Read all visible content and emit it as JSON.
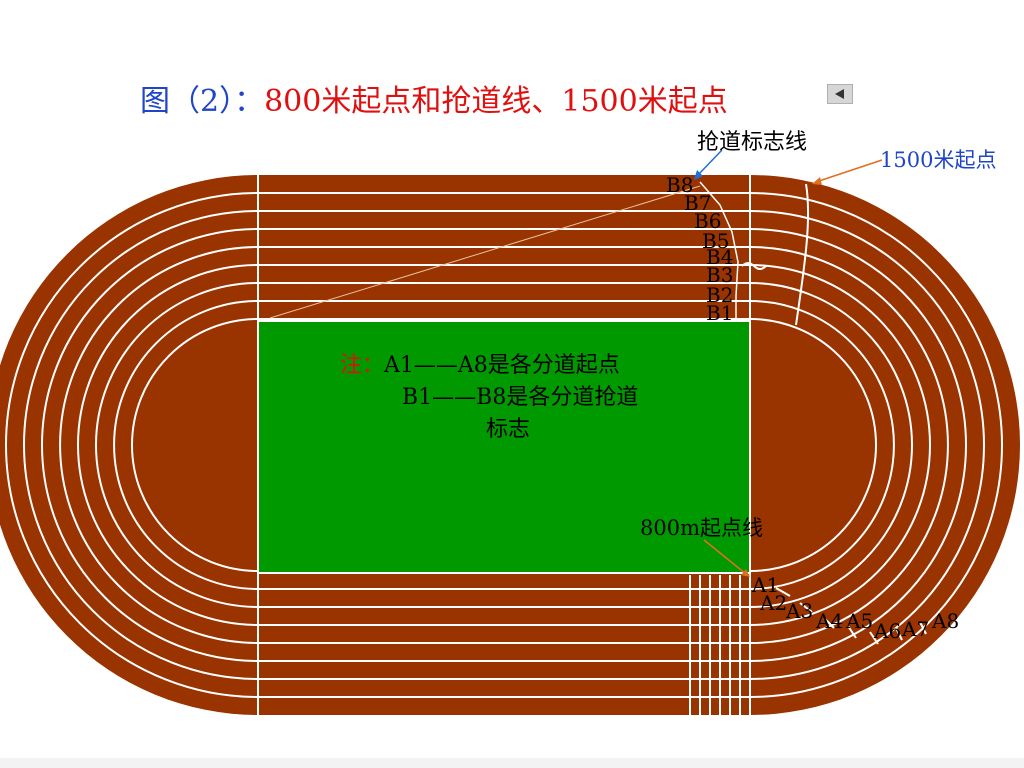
{
  "title": {
    "prefix": "图（2）：",
    "main": "800米起点和抢道线、1500米起点"
  },
  "labels": {
    "break_line": "抢道标志线",
    "start_1500": "1500米起点",
    "start_800": "800m起点线"
  },
  "note": {
    "head": "注：",
    "line1": "A1——A8是各分道起点",
    "line2": "B1——B8是各分道抢道",
    "line3": "标志"
  },
  "markers": {
    "b": [
      "B8",
      "B7",
      "B6",
      "B5",
      "B4",
      "B3",
      "B2",
      "B1"
    ],
    "a": [
      "A1",
      "A2",
      "A3",
      "A4",
      "A5",
      "A6",
      "A7",
      "A8"
    ]
  },
  "colors": {
    "track": "#993300",
    "field": "#009900",
    "lane_line": "#ffffff",
    "title_prefix": "#1f45c8",
    "title_main": "#e01010",
    "arrow_blue": "#1f6fd6",
    "arrow_orange": "#e07020",
    "label_blue": "#1f45c8"
  },
  "icons": {
    "back": "back-triangle-icon"
  }
}
